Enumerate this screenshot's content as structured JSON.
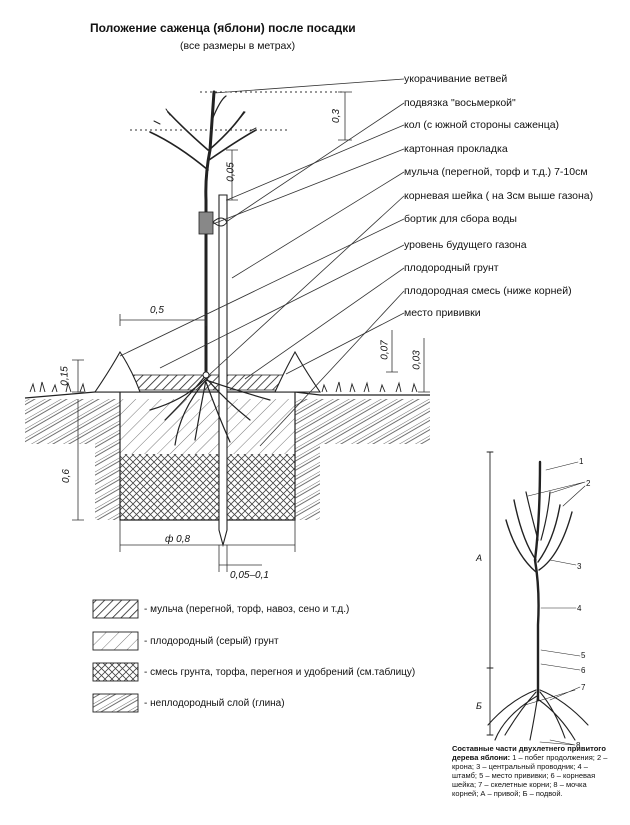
{
  "title": "Положение саженца (яблони) после посадки",
  "subtitle": "(все размеры в метрах)",
  "labels": [
    "укорачивание ветвей",
    "подвязка \"восьмеркой\"",
    "кол (с южной стороны саженца)",
    "картонная прокладка",
    "мульча (перегной, торф и т.д.) 7-10см",
    "корневая шейка ( на 3см выше газона)",
    "бортик для сбора воды",
    "уровень будущего газона",
    "плодородный грунт",
    "плодородная смесь (ниже корней)",
    "место прививки"
  ],
  "dimensions": {
    "d03": "0,3",
    "d005": "0,05",
    "d05": "0,5",
    "d007": "0,07",
    "d003": "0,03",
    "d015": "0,15",
    "d06": "0,6",
    "d08": "ф 0,8",
    "d005_01": "0,05–0,1"
  },
  "legend": [
    {
      "text": "- мульча (перегной, торф, навоз, сено и т.д.)",
      "pattern": "mulch"
    },
    {
      "text": "- плодородный (серый) грунт",
      "pattern": "soil"
    },
    {
      "text": "- смесь грунта, торфа, перегноя и удобрений (см.таблицу)",
      "pattern": "mix"
    },
    {
      "text": "- неплодородный слой (глина)",
      "pattern": "clay"
    }
  ],
  "tree_numbers": [
    "1",
    "2",
    "3",
    "4",
    "5",
    "6",
    "7",
    "8"
  ],
  "tree_letters": {
    "a": "А",
    "b": "Б"
  },
  "caption": {
    "heading": "Составные части двухлетнего привитого дерева яблони:",
    "body": "1 – побег продолжения; 2 – крона; 3 – центральный проводник; 4 – штамб; 5 – место прививки; 6 – корневая шейка; 7 – скелетные корни; 8 – мочка корней; А – привой; Б – подвой."
  }
}
